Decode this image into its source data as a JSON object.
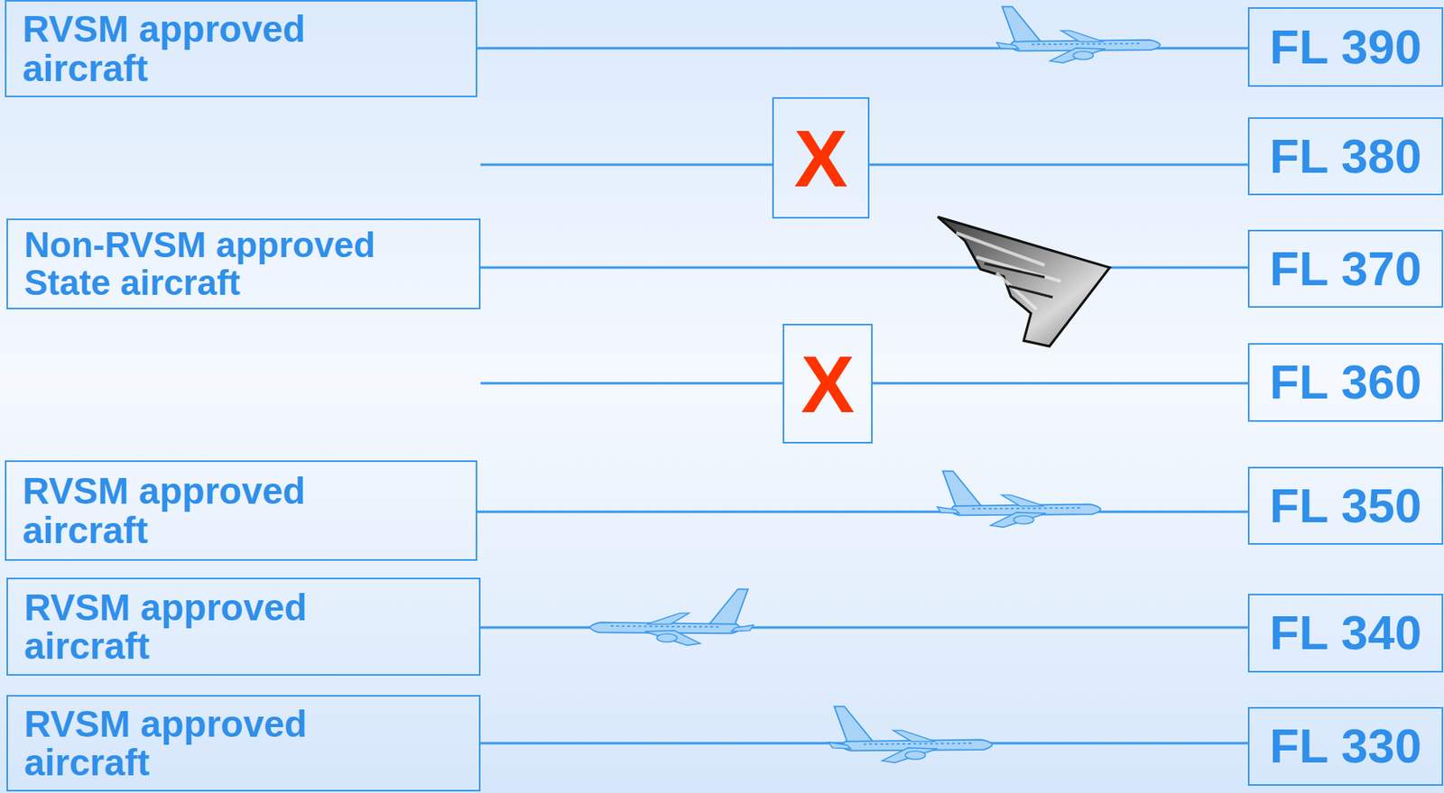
{
  "diagram": {
    "nodes": [
      {
        "text": [
          "RVSM approved aircraft"
        ]
      },
      {
        "text": [
          "FL 390"
        ]
      },
      {
        "text": [
          "X"
        ]
      },
      {
        "text": [
          "FL 380"
        ]
      },
      {
        "text": [
          "Non-RVSM approved State aircraft"
        ]
      },
      {
        "text": [
          "FL 370"
        ]
      },
      {
        "text": [
          "X"
        ]
      },
      {
        "text": [
          "FL 360"
        ]
      },
      {
        "text": [
          "RVSM approved aircraft"
        ]
      },
      {
        "text": [
          "FL 350"
        ]
      },
      {
        "text": [
          "RVSM approved aircraft"
        ]
      },
      {
        "text": [
          "FL 340"
        ]
      },
      {
        "text": [
          "RVSM approved aircraft"
        ]
      },
      {
        "text": [
          "FL 330"
        ]
      }
    ],
    "edges": [
      {
        "from": 0,
        "to": 1,
        "arrow": "none"
      },
      {
        "from": 2,
        "to": 3,
        "arrow": "none"
      },
      {
        "from": 4,
        "to": 5,
        "arrow": "none"
      },
      {
        "from": 6,
        "to": 7,
        "arrow": "none"
      },
      {
        "from": 8,
        "to": 9,
        "arrow": "none"
      },
      {
        "from": 10,
        "to": 11,
        "arrow": "none"
      },
      {
        "from": 12,
        "to": 13,
        "arrow": "none"
      }
    ]
  }
}
